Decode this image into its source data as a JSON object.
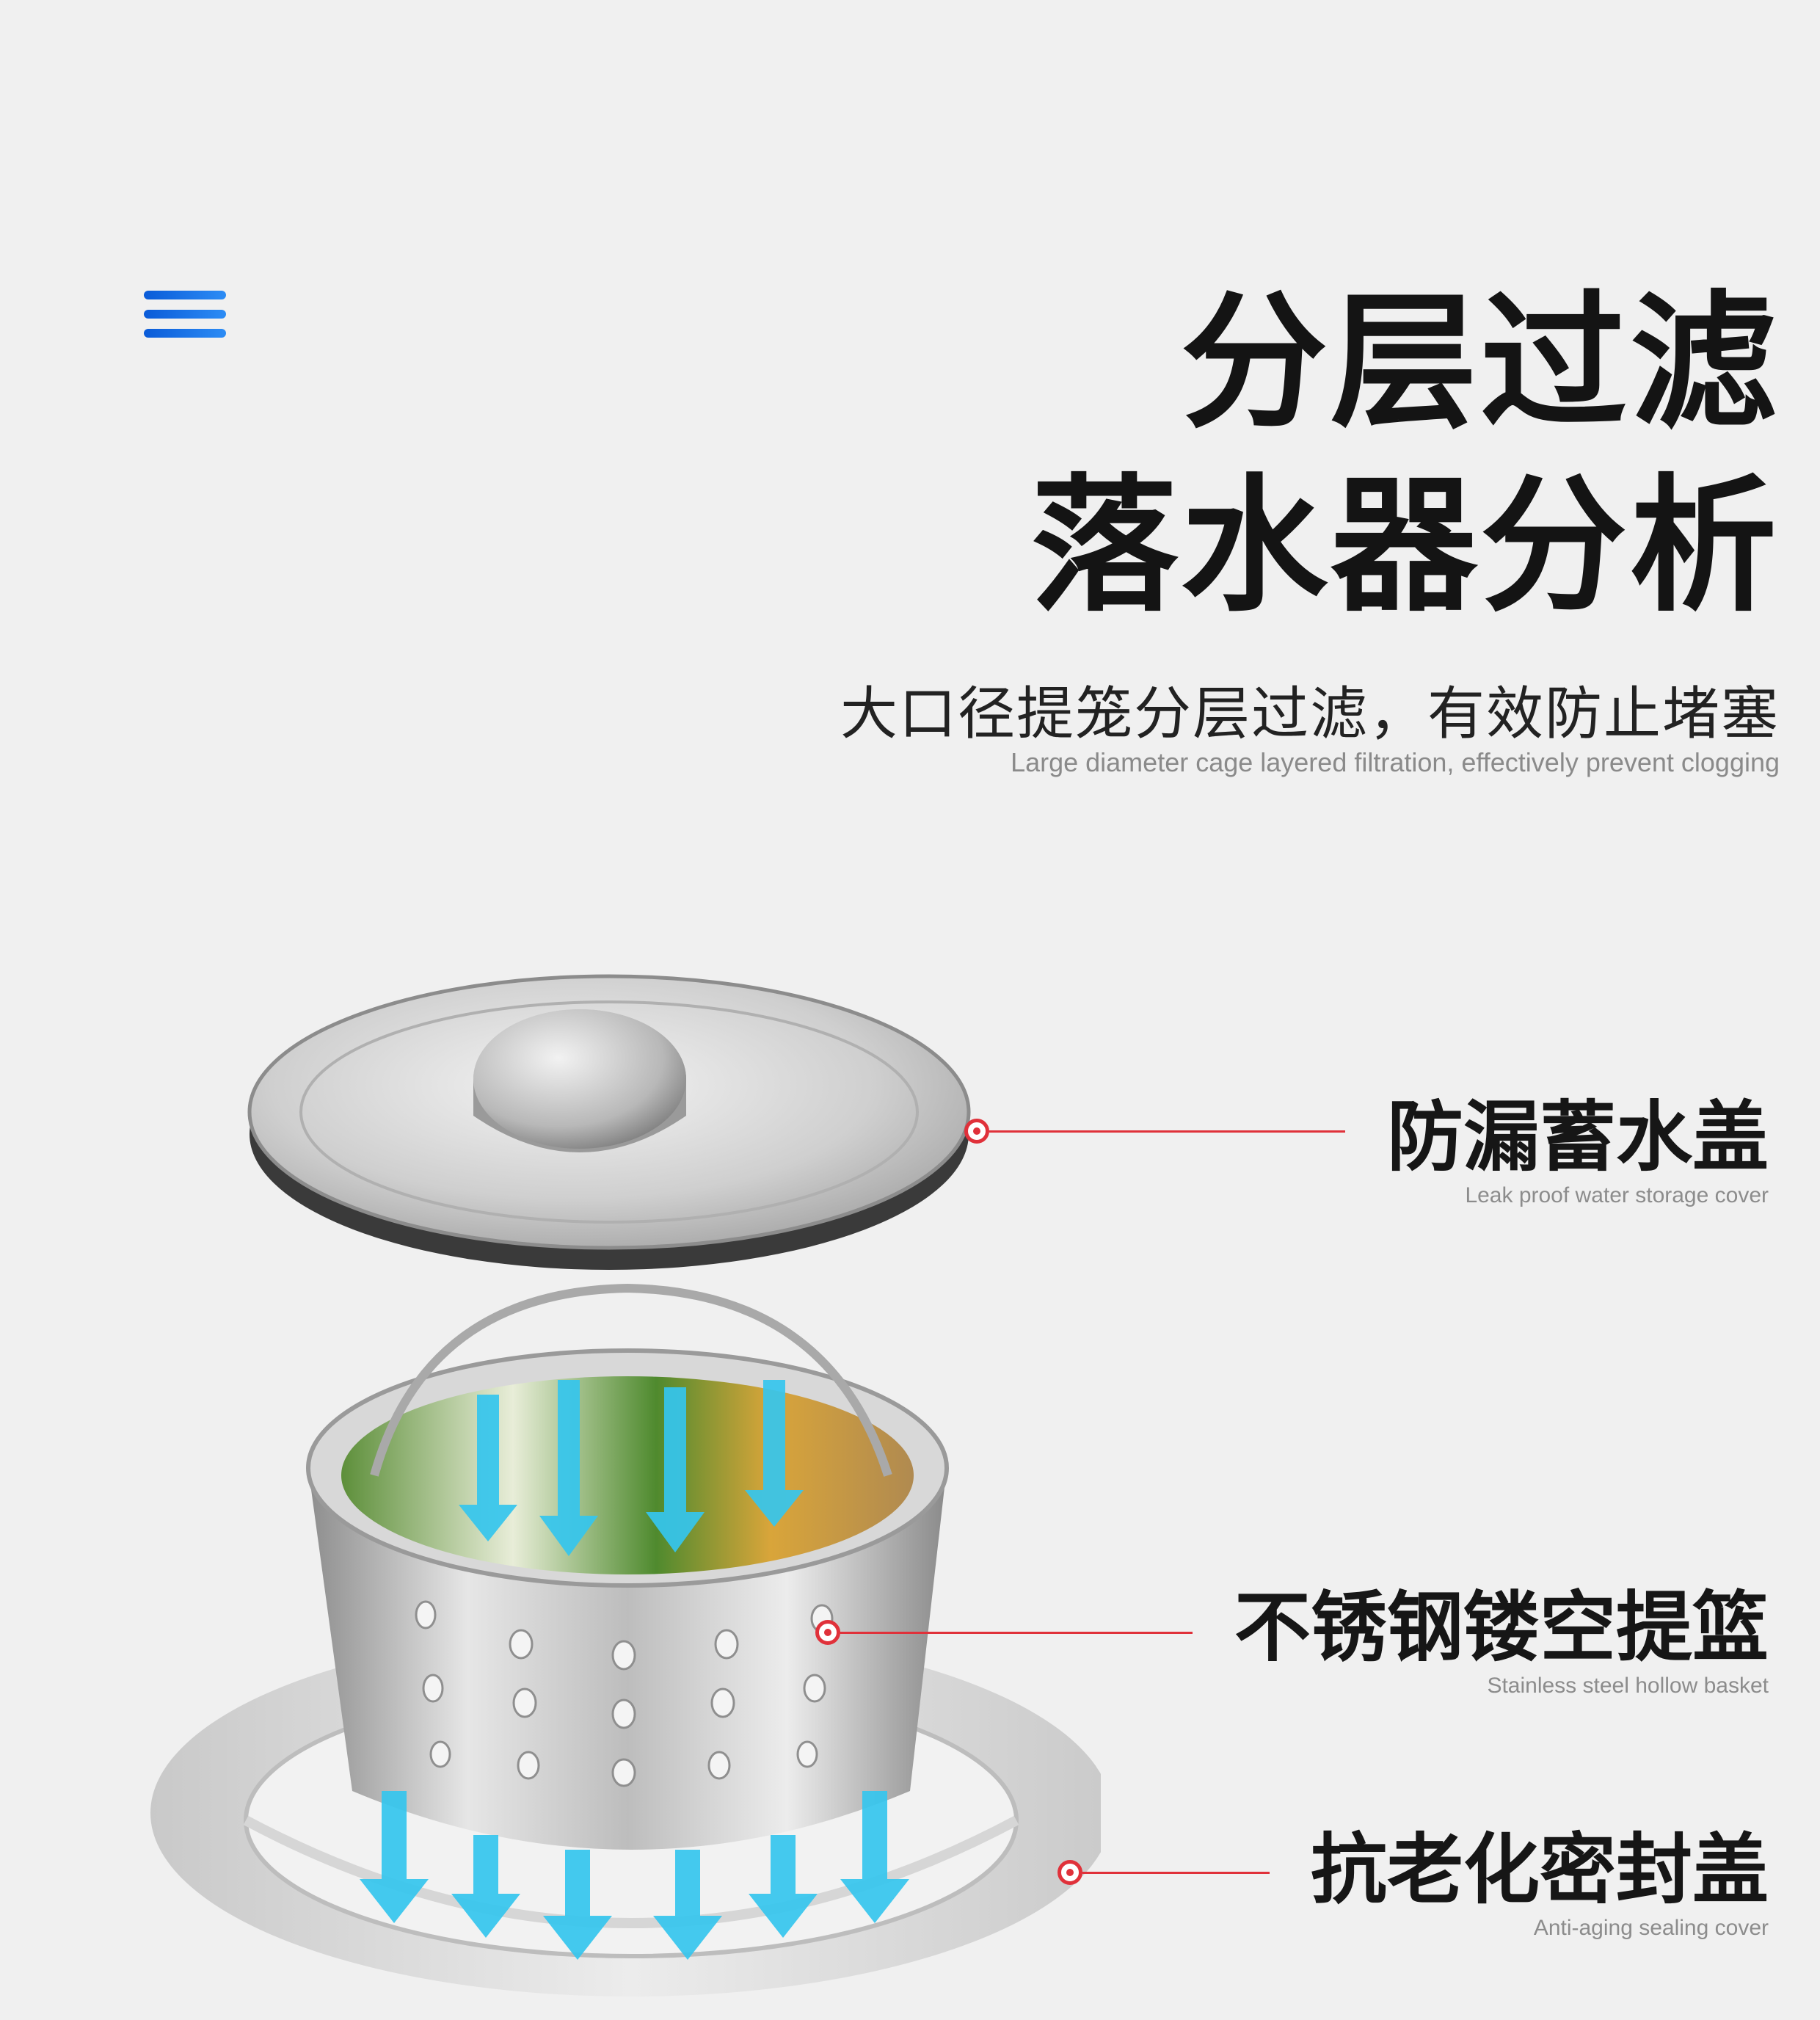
{
  "header": {
    "title_line1": "分层过滤",
    "title_line2": "落水器分析",
    "subtitle": "大口径提笼分层过滤，有效防止堵塞",
    "subtitle_en": "Large diameter cage layered filtration, effectively prevent clogging"
  },
  "callouts": [
    {
      "label": "防漏蓄水盖",
      "label_en": "Leak proof water storage cover"
    },
    {
      "label": "不锈钢镂空提篮",
      "label_en": "Stainless steel hollow basket"
    },
    {
      "label": "抗老化密封盖",
      "label_en": "Anti-aging sealing cover"
    }
  ],
  "colors": {
    "accent_red": "#e0313a",
    "menu_blue": "#1a6fe6",
    "water_arrow": "#35c6ee",
    "background": "#f0f0f0"
  },
  "icons": {
    "menu": "hamburger-menu-icon"
  }
}
